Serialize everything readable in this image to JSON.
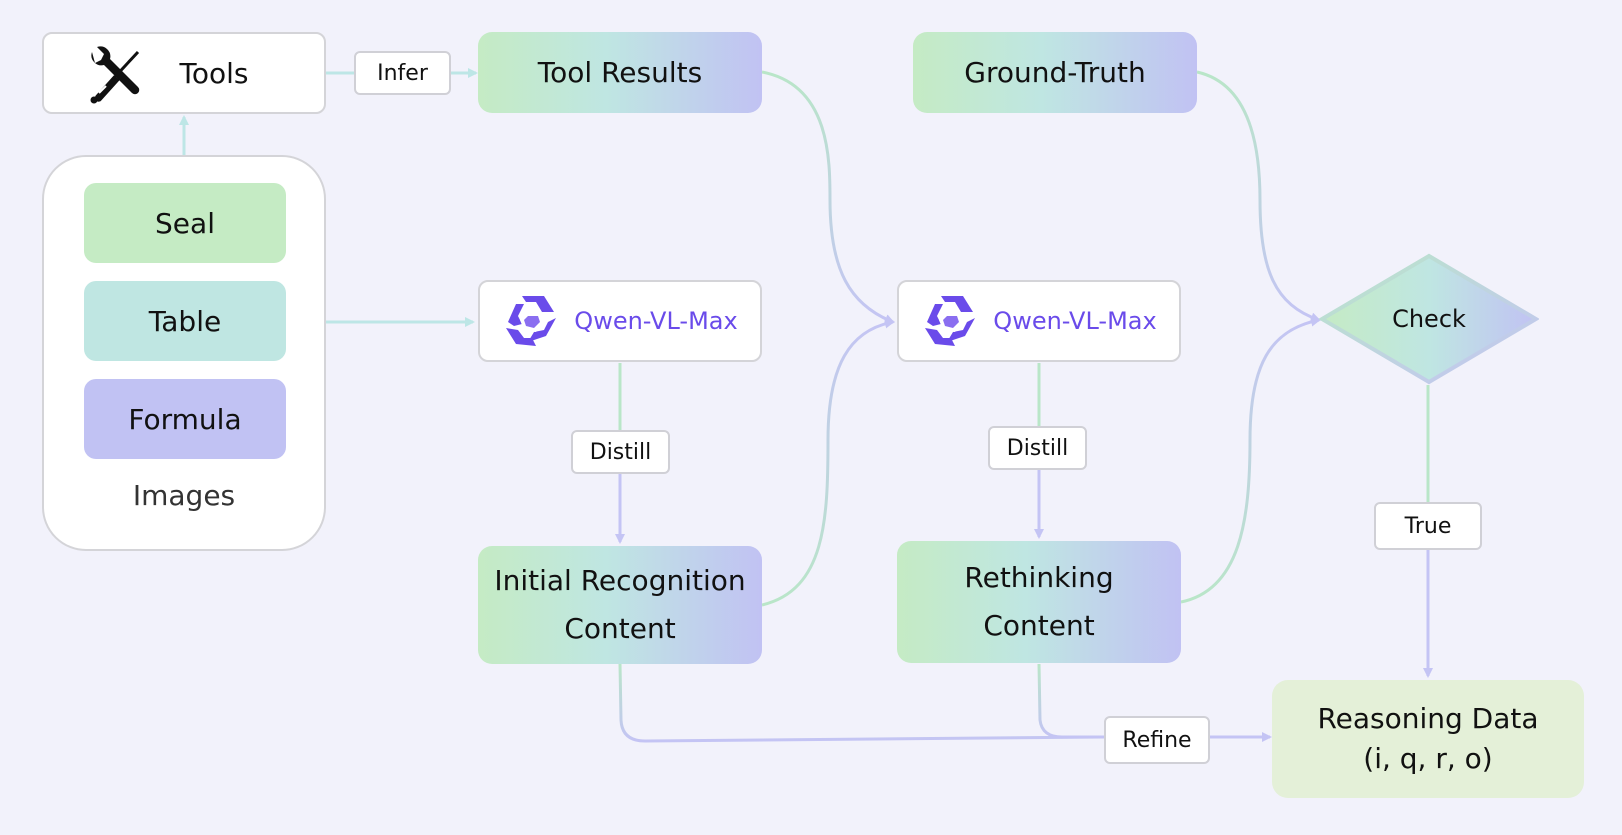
{
  "nodes": {
    "tools": "Tools",
    "tool_results": "Tool Results",
    "ground_truth": "Ground-Truth",
    "images": {
      "label": "Images",
      "categories": [
        "Seal",
        "Table",
        "Formula"
      ]
    },
    "model_1": "Qwen-VL-Max",
    "model_2": "Qwen-VL-Max",
    "initial": [
      "Initial Recognition",
      "Content"
    ],
    "rethinking": [
      "Rethinking",
      "Content"
    ],
    "check": "Check",
    "reasoning": [
      "Reasoning Data",
      "(i, q, r, o)"
    ]
  },
  "edge_labels": {
    "infer": "Infer",
    "distill_1": "Distill",
    "distill_2": "Distill",
    "true": "True",
    "refine": "Refine"
  },
  "colors": {
    "green": "#c5ebc4",
    "teal": "#bfe6e2",
    "purple": "#c1c2f3",
    "qwen_purple": "#6a4bea",
    "reasoning_bg": "#e4f0d8",
    "line_green": "#b9e6c8",
    "line_teal": "#bde6e6",
    "line_purple": "#c4c4f4"
  },
  "icons": {
    "tools": "tools-icon",
    "qwen": "qwen-logo-icon"
  }
}
